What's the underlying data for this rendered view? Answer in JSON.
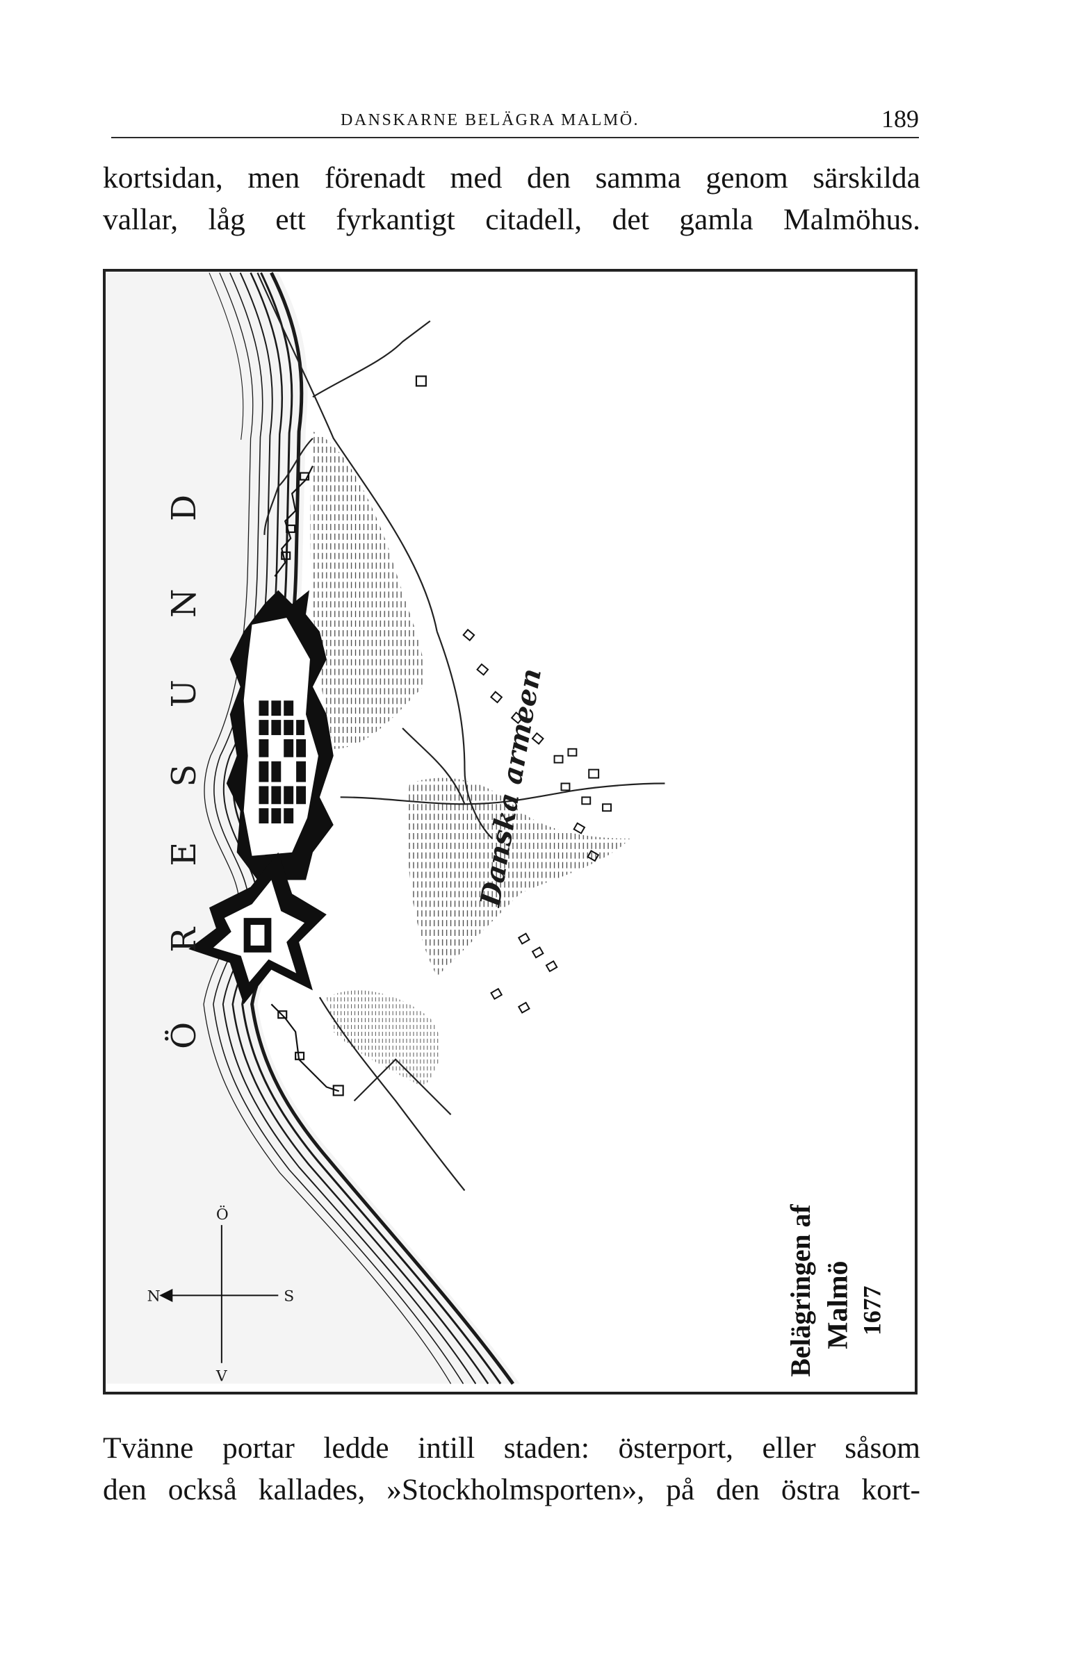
{
  "header": {
    "running_title": "DANSKARNE BELÄGRA MALMÖ.",
    "page_number": "189"
  },
  "paragraph_top": {
    "lines": [
      "kortsidan, men förenadt med den samma genom särskilda",
      "vallar, låg ett fyrkantigt citadell, det gamla Malmöhus."
    ]
  },
  "map": {
    "sea_label": "ÖRESUND",
    "sea_letters": [
      "Ö",
      "R",
      "E",
      "S",
      "U",
      "N",
      "D"
    ],
    "army_label": "Danska armeen",
    "caption_lines": [
      "Belägringen af",
      "Malmö",
      "1677"
    ],
    "compass": {
      "north": "N",
      "south": "S",
      "east": "Ö",
      "west": "V"
    }
  },
  "paragraph_bottom": {
    "lines": [
      "Tvänne portar ledde intill staden: österport, eller såsom",
      "den också kallades, »Stockholmsporten», på den östra kort-"
    ]
  }
}
